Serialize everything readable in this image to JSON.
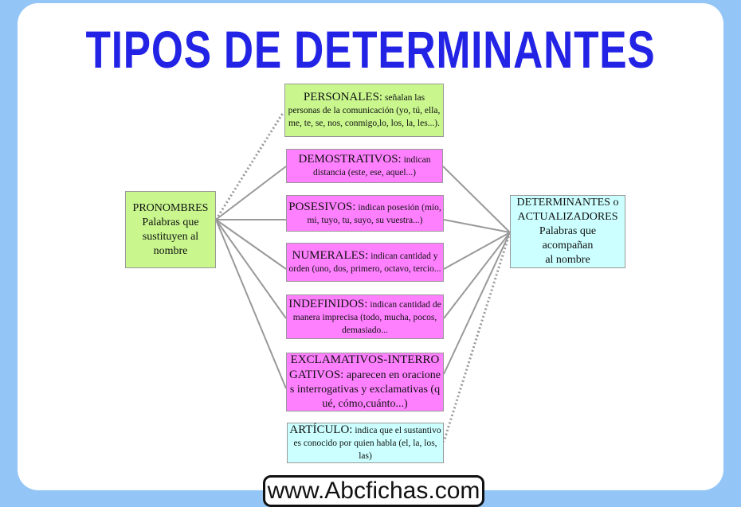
{
  "title": "TIPOS DE DETERMINANTES",
  "left": {
    "lines": [
      "PRONOMBRES",
      "Palabras que",
      "sustituyen al",
      "nombre"
    ]
  },
  "right": {
    "lines": [
      "DETERMINANTES o",
      "ACTUALIZADORES",
      "Palabras que",
      "acompañan",
      "al nombre"
    ]
  },
  "types": [
    {
      "name": "PERSONALES:",
      "desc": "señalan las personas de la comunicación (yo, tú, ella, me, te, se, nos, conmigo,lo, los, la, les...)."
    },
    {
      "name": "DEMOSTRATIVOS:",
      "desc": "indican distancia  (este, ese, aquel...)"
    },
    {
      "name": "POSESIVOS:",
      "desc": "indican posesión (mío, mi, tuyo, tu, suyo, su vuestra...)"
    },
    {
      "name": "NUMERALES:",
      "desc": "indican cantidad y orden (uno, dos, primero, octavo, tercio..."
    },
    {
      "name": "INDEFINIDOS:",
      "desc": "indican cantidad de manera imprecisa (todo, mucha, pocos, demasiado..."
    },
    {
      "name": "EXCLAMATIVOS-INTERROGATIVOS:",
      "desc": "aparecen en oraciones interrogativas y exclamativas (qué, cómo,cuánto...)"
    },
    {
      "name": "ARTÍCULO:",
      "desc": "indica que el sustantivo es conocido por quien habla (el, la, los, las)"
    }
  ],
  "footer": "www.Abcfichas.com",
  "colors": {
    "title": "#2323e6",
    "green": "#c9f78e",
    "magenta": "#ff80ff",
    "cyan": "#ccffff"
  }
}
